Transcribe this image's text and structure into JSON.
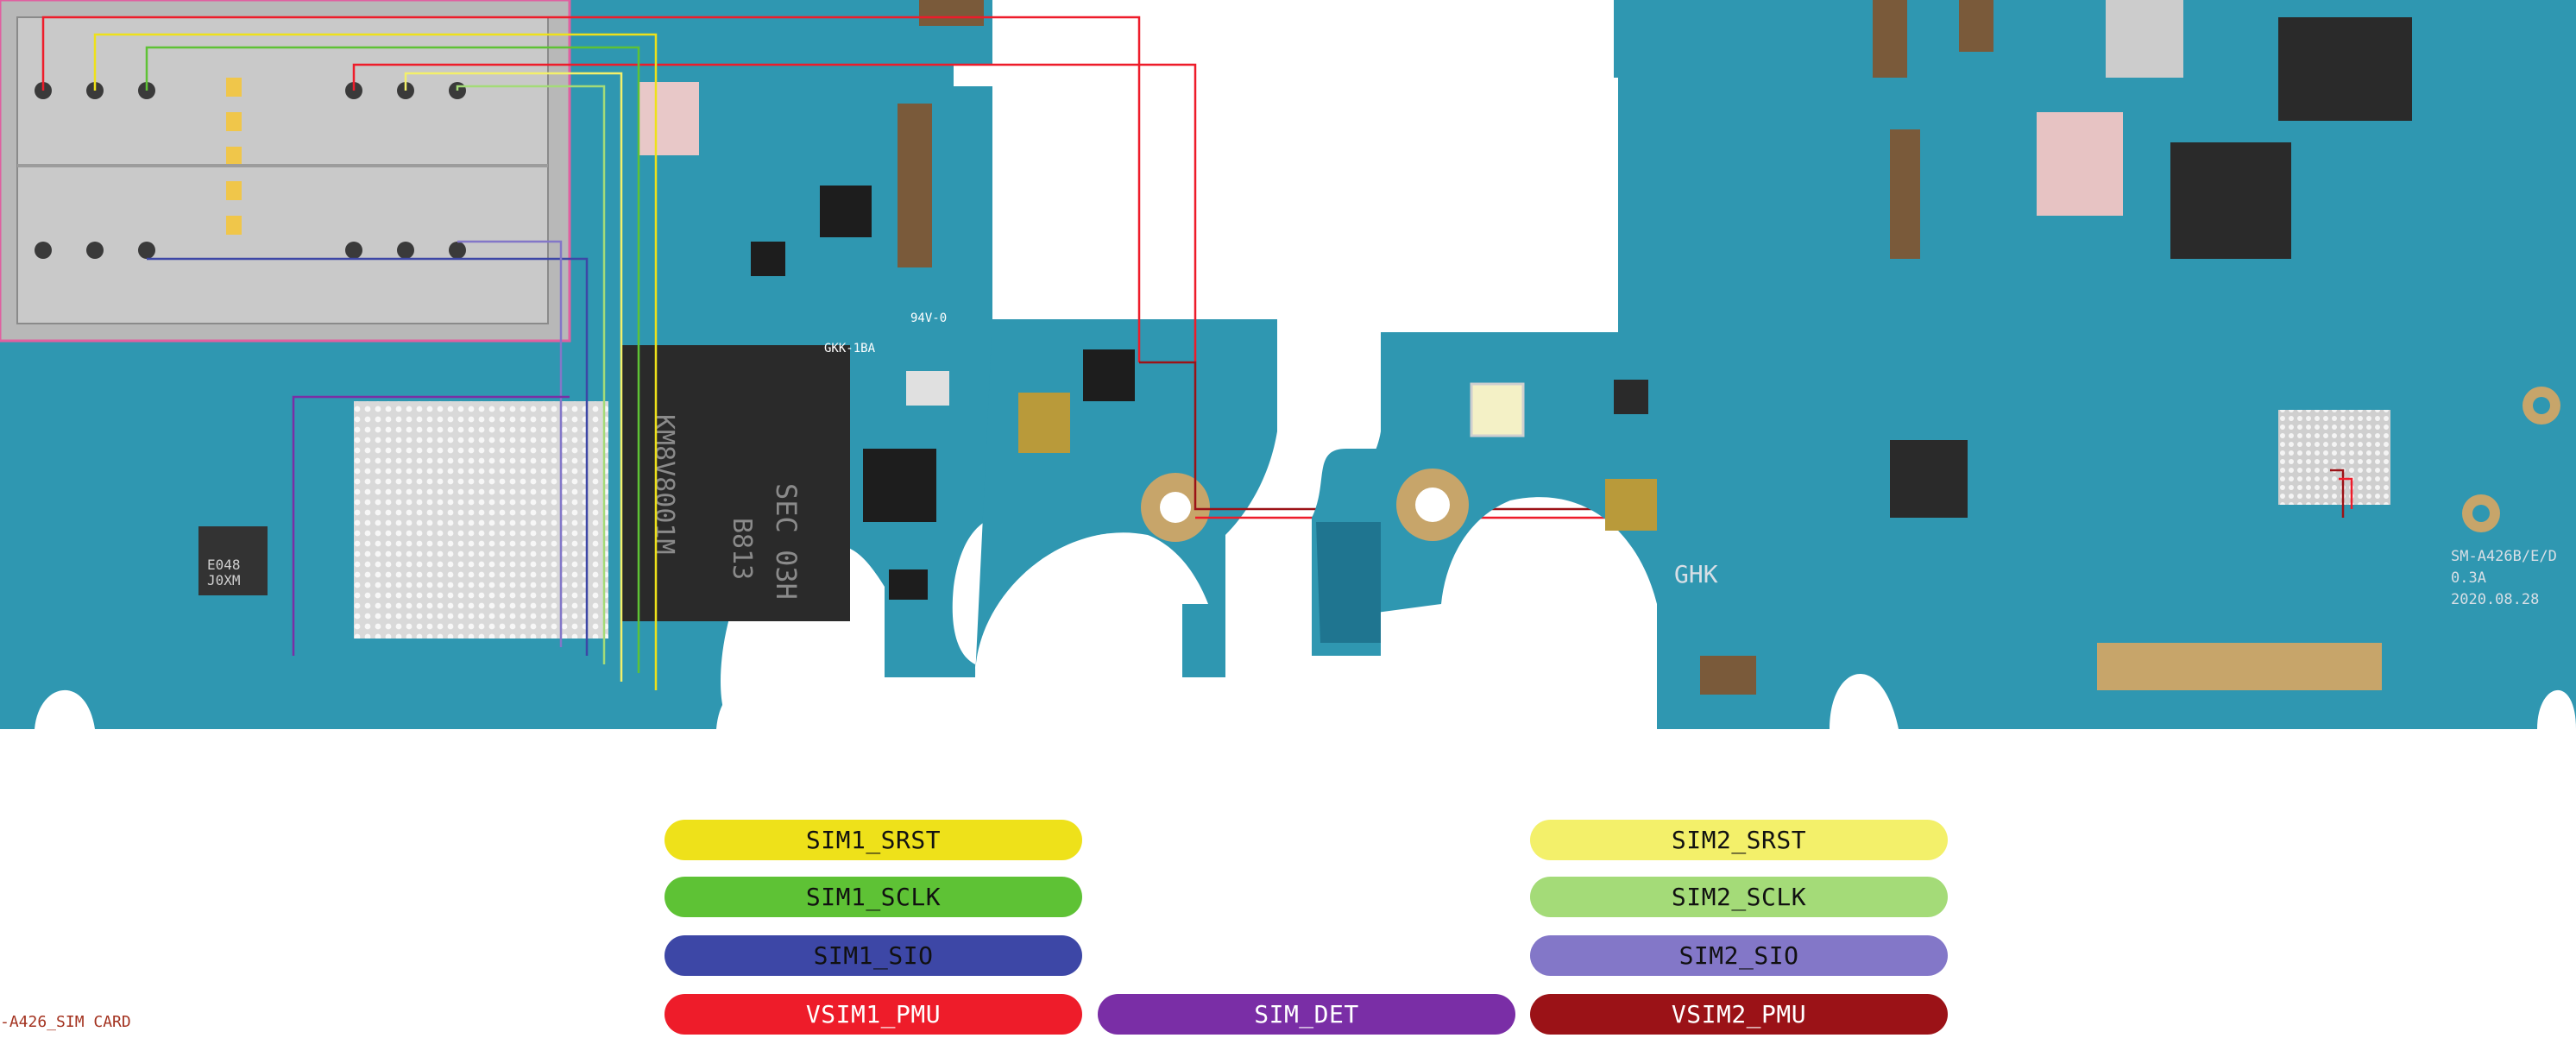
{
  "diagram": {
    "caption": "-A426_SIM CARD",
    "board_marks": {
      "left_ic_1": "SEC 03H",
      "left_ic_2": "B813",
      "left_ic_3": "KM8V8001M",
      "left_small": "J0XM",
      "left_small_2": "E048",
      "right_model": "SM-A426B/E/D",
      "right_rev": "0.3A",
      "right_date": "2020.08.28",
      "right_tag": "GHK",
      "left_tag": "94V-0",
      "left_tag_2": "GKK-1BA"
    },
    "colors": {
      "board": "#2f97b1",
      "board_dark": "#1f7590",
      "sim1_srst": "#eee11a",
      "sim1_sclk": "#5ec235",
      "sim1_sio": "#3d47a6",
      "vsim1_pmu": "#ee1c2a",
      "sim_det": "#7a2ea6",
      "sim2_srst": "#f3f06a",
      "sim2_sclk": "#a4db78",
      "sim2_sio": "#8377c8",
      "vsim2_pmu": "#9b1217"
    }
  },
  "legend": {
    "sim1_srst": "SIM1_SRST",
    "sim1_sclk": "SIM1_SCLK",
    "sim1_sio": "SIM1_SIO",
    "vsim1_pmu": "VSIM1_PMU",
    "sim_det": "SIM_DET",
    "sim2_srst": "SIM2_SRST",
    "sim2_sclk": "SIM2_SCLK",
    "sim2_sio": "SIM2_SIO",
    "vsim2_pmu": "VSIM2_PMU"
  }
}
